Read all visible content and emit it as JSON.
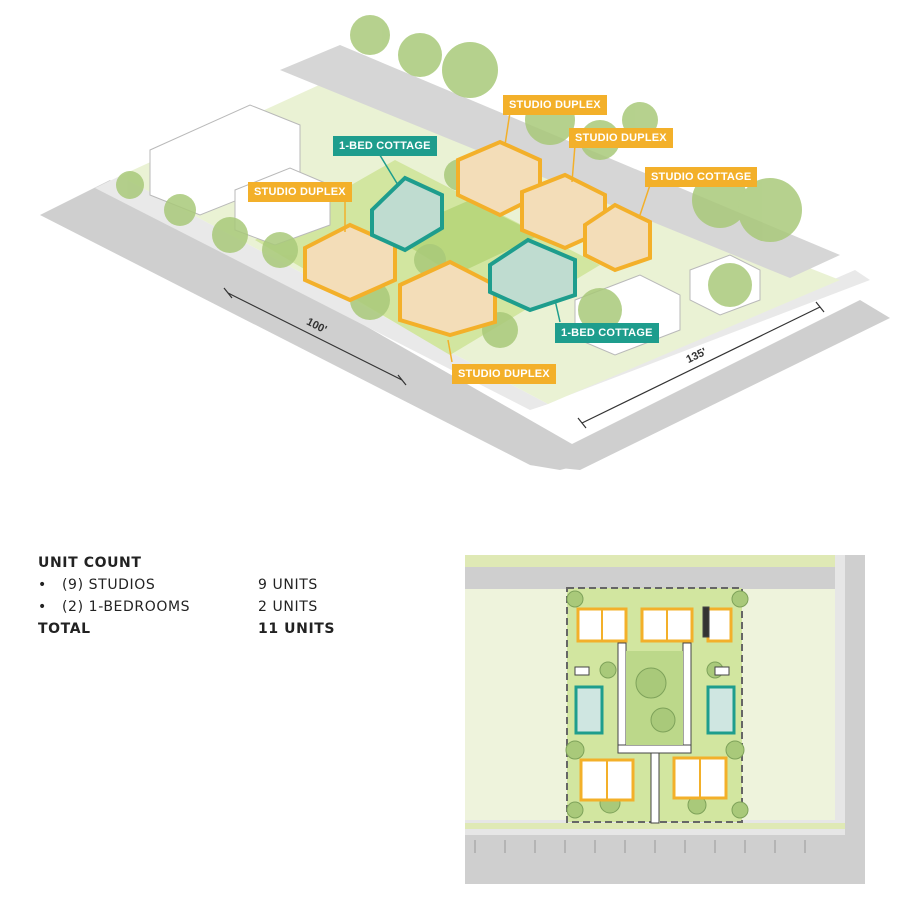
{
  "axonometric": {
    "labels": {
      "studio_duplex_top": "STUDIO DUPLEX",
      "studio_duplex_right": "STUDIO DUPLEX",
      "studio_cottage": "STUDIO COTTAGE",
      "bed_cottage_top": "1-BED COTTAGE",
      "studio_duplex_left": "STUDIO DUPLEX",
      "bed_cottage_bottom": "1-BED COTTAGE",
      "studio_duplex_bottom": "STUDIO DUPLEX"
    },
    "dimensions": {
      "width": "100'",
      "depth": "135'"
    }
  },
  "unit_count": {
    "heading": "UNIT COUNT",
    "rows": [
      {
        "bullet": "•",
        "label": "(9) STUDIOS",
        "value": "9 UNITS"
      },
      {
        "bullet": "•",
        "label": "(2) 1-BEDROOMS",
        "value": "2 UNITS"
      }
    ],
    "total_label": "TOTAL",
    "total_value": "11 UNITS"
  },
  "colors": {
    "studio": "#f3b02a",
    "one_bedroom": "#1e9d8d",
    "lawn": "#d9e8b0",
    "street": "#c8c8c8",
    "tree": "#a9c97a"
  }
}
